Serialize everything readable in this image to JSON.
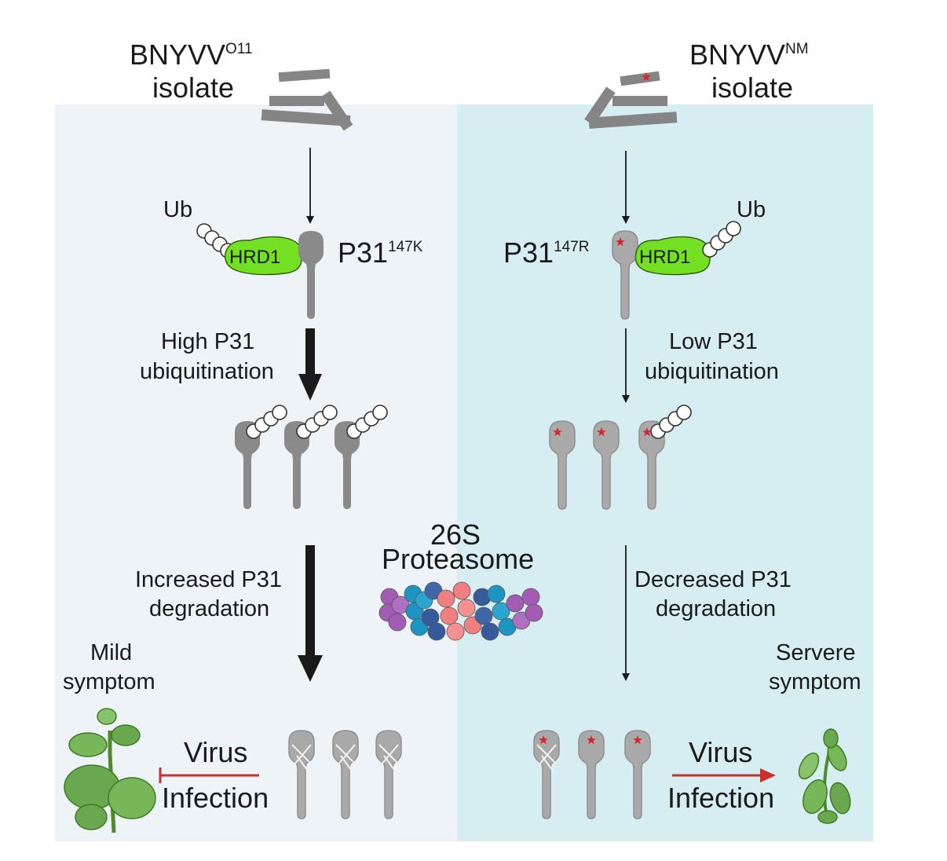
{
  "left_panel": {
    "isolate_name": "BNYVV",
    "isolate_superscript": "O11",
    "isolate_word": "isolate",
    "ub_label": "Ub",
    "hrd1_label": "HRD1",
    "protein_name": "P31",
    "protein_superscript": "147K",
    "ubiquitination_line1": "High P31",
    "ubiquitination_line2": "ubiquitination",
    "degradation_line1": "Increased P31",
    "degradation_line2": "degradation",
    "symptom_line1": "Mild",
    "symptom_line2": "symptom",
    "infection_line1": "Virus",
    "infection_line2": "Infection"
  },
  "right_panel": {
    "isolate_name": "BNYVV",
    "isolate_superscript": "NM",
    "isolate_word": "isolate",
    "ub_label": "Ub",
    "hrd1_label": "HRD1",
    "protein_name": "P31",
    "protein_superscript": "147R",
    "ubiquitination_line1": "Low P31",
    "ubiquitination_line2": "ubiquitination",
    "degradation_line1": "Decreased P31",
    "degradation_line2": "degradation",
    "symptom_line1": "Servere",
    "symptom_line2": "symptom",
    "infection_line1": "Virus",
    "infection_line2": "Infection"
  },
  "center": {
    "proteasome_line1": "26S",
    "proteasome_line2": "Proteasome"
  },
  "colors": {
    "left_bg": "#eef3f8",
    "right_bg": "#d6edf1",
    "hrd1_green": "#74e024",
    "protein_gray": "#9a9a9a",
    "mutation_red": "#d4252b",
    "inhibit_red": "#c8312c",
    "plant_green": "#6aa84f"
  },
  "icons": [
    "virus-rod-icon",
    "ubiquitin-chain-icon",
    "hrd1-ligase-icon",
    "p31-protein-icon",
    "proteasome-icon",
    "plant-icon",
    "mutation-star-icon"
  ]
}
